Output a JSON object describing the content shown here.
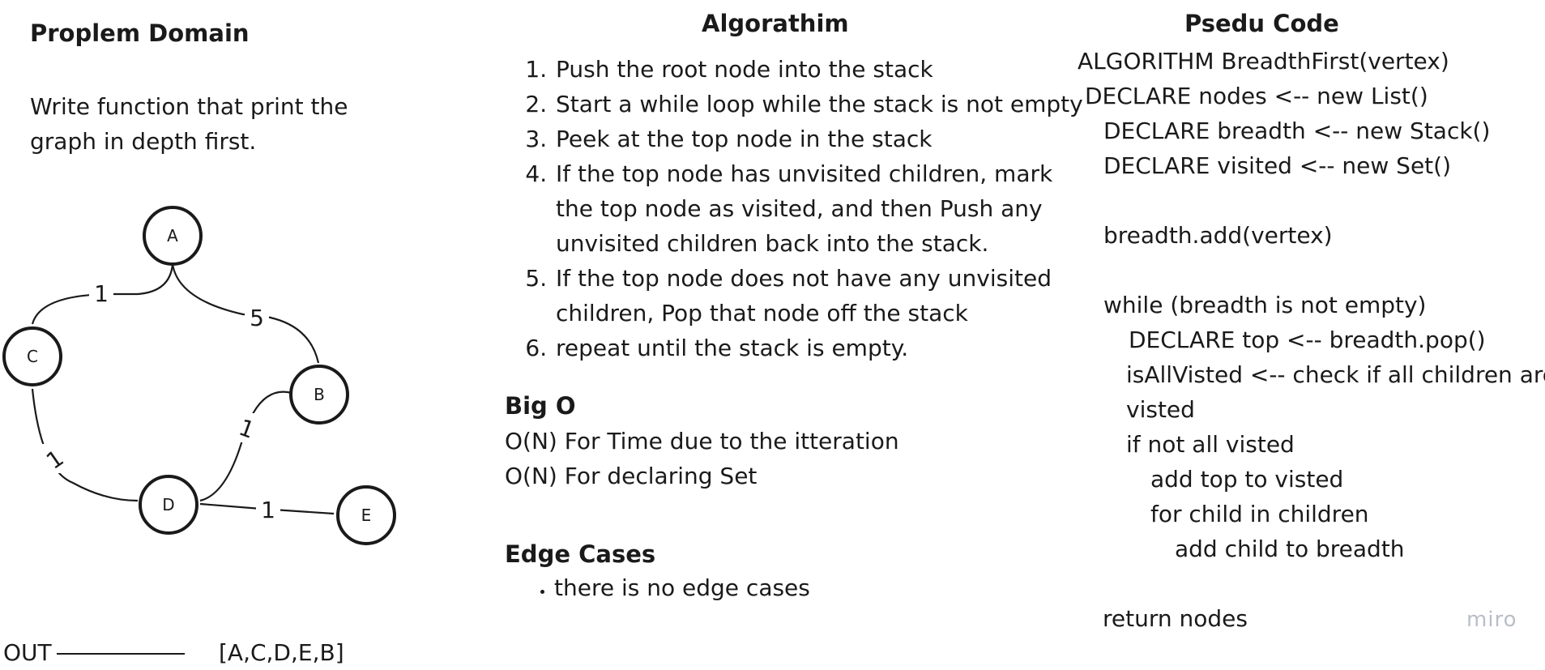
{
  "problem": {
    "title": "Proplem Domain",
    "desc_line1": "Write function that print the",
    "desc_line2": "graph in depth first."
  },
  "graph": {
    "nodes": [
      "A",
      "B",
      "C",
      "D",
      "E"
    ],
    "edges": [
      {
        "from": "A",
        "to": "C",
        "weight": "1"
      },
      {
        "from": "A",
        "to": "B",
        "weight": "5"
      },
      {
        "from": "C",
        "to": "D",
        "weight": "1"
      },
      {
        "from": "D",
        "to": "B",
        "weight": "1"
      },
      {
        "from": "D",
        "to": "E",
        "weight": "1"
      }
    ]
  },
  "output": {
    "label": "OUT",
    "value": "[A,C,D,E,B]"
  },
  "algorithm": {
    "title": "Algorathim",
    "steps": [
      "Push the root node into the stack",
      "Start a while loop while the stack is not empty",
      "Peek at the top node in the stack",
      "If the top node has unvisited children, mark the top node as visited, and then Push any unvisited children back into the stack.",
      "If the top node does not have any unvisited children, Pop that node off the stack",
      "repeat until the stack is empty."
    ]
  },
  "big_o": {
    "title": "Big O",
    "lines": [
      "O(N) For Time due to the itteration",
      "O(N) For declaring Set"
    ]
  },
  "edge_cases": {
    "title": "Edge Cases",
    "items": [
      "there is no edge cases"
    ]
  },
  "pseudo": {
    "title": "Psedu Code",
    "lines": [
      "ALGORITHM BreadthFirst(vertex)",
      "DECLARE nodes <-- new List()",
      "DECLARE breadth <-- new Stack()",
      "DECLARE visited <-- new Set()",
      "",
      "breadth.add(vertex)",
      "",
      "while (breadth is not empty)",
      "DECLARE top <-- breadth.pop()",
      "isAllVisted <-- check if all children are",
      "visted",
      "if not all visted",
      "add top to visted",
      "for child in children",
      "add child to breadth",
      "",
      "return nodes"
    ]
  },
  "watermark": "miro"
}
